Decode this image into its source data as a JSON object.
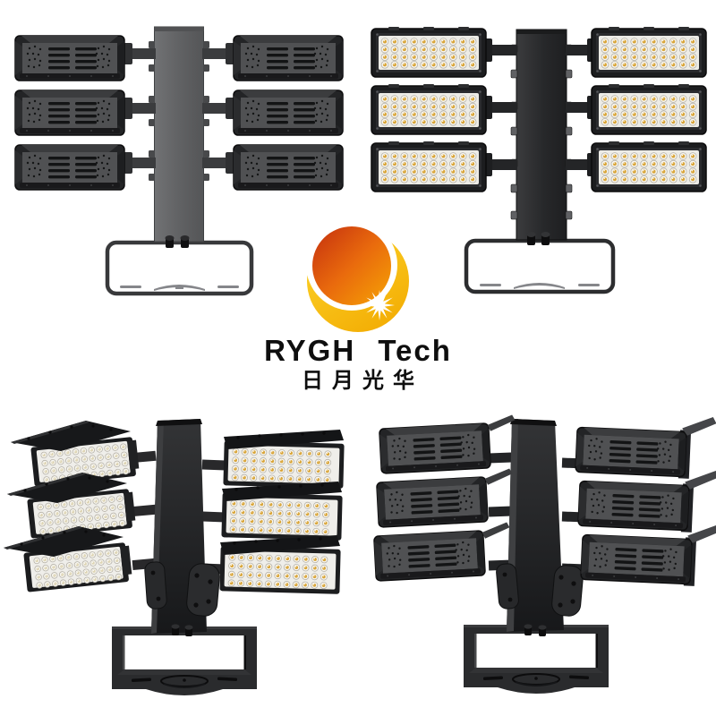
{
  "page": {
    "background": "#ffffff"
  },
  "brand": {
    "logo_icon": "sun-crescent-icon",
    "name_en": "RYGH Tech",
    "name_cn": "日月光华",
    "text_color": "#0e0e0e",
    "sun_gradient": [
      "#c42f0e",
      "#e96a0d",
      "#f6a404"
    ],
    "crescent_gradient": [
      "#fcd42a",
      "#f3ac03"
    ],
    "starburst_color": "#ffffff"
  },
  "product_views": [
    {
      "id": "rear-flat",
      "modules": 6,
      "module_style": "heatsink-rear"
    },
    {
      "id": "front-flat",
      "modules": 6,
      "module_style": "led-front",
      "leds_per_module": 40
    },
    {
      "id": "front-angled",
      "modules": 6,
      "module_style": "led-front-visor",
      "leds_per_module": 44
    },
    {
      "id": "rear-angled",
      "modules": 6,
      "module_style": "heatsink-rear-visor"
    }
  ],
  "colors": {
    "module_body": "#232426",
    "rear_face": "#505153",
    "vent": "#131415",
    "column_gray": "#646568",
    "column_black": "#2b2c2e",
    "bracket_stroke": "#38393b",
    "yoke_fill": "#2a2b2d",
    "led_panel": "#edece7",
    "led_base": "#f8f7f3",
    "led_ring": "#b6b2a7",
    "led_chip": "#d9a63b",
    "led_chip_cool": "#ded5b5",
    "led_glint": "#ffffff"
  }
}
